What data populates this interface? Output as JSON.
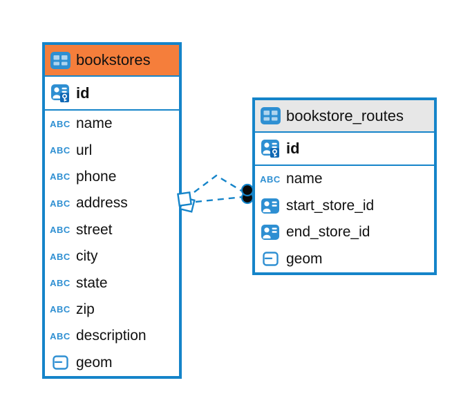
{
  "diagram": {
    "kind": "entity-relationship-diagram",
    "background": "#ffffff"
  },
  "colors": {
    "accent_blue": "#1584C9",
    "icon_blue": "#2E8FD2",
    "key_panel_blue": "#1068B4",
    "bookstores_header": "#F57E3B",
    "routes_header": "#E7E7E7",
    "text": "#111111",
    "relation_dot": "#0A0A0A"
  },
  "icons": {
    "text_glyph": "ABC"
  },
  "tables": [
    {
      "name": "bookstores",
      "header_color": "#F57E3B",
      "primary_key": {
        "name": "id",
        "type": "id-key"
      },
      "fields": [
        {
          "name": "name",
          "type": "text"
        },
        {
          "name": "url",
          "type": "text"
        },
        {
          "name": "phone",
          "type": "text"
        },
        {
          "name": "address",
          "type": "text"
        },
        {
          "name": "street",
          "type": "text"
        },
        {
          "name": "city",
          "type": "text"
        },
        {
          "name": "state",
          "type": "text"
        },
        {
          "name": "zip",
          "type": "text"
        },
        {
          "name": "description",
          "type": "text"
        },
        {
          "name": "geom",
          "type": "geometry"
        }
      ]
    },
    {
      "name": "bookstore_routes",
      "header_color": "#E7E7E7",
      "primary_key": {
        "name": "id",
        "type": "id-key"
      },
      "fields": [
        {
          "name": "name",
          "type": "text"
        },
        {
          "name": "start_store_id",
          "type": "reference"
        },
        {
          "name": "end_store_id",
          "type": "reference"
        },
        {
          "name": "geom",
          "type": "geometry"
        }
      ]
    }
  ],
  "relations": [
    {
      "from_table": "bookstores",
      "to_table": "bookstore_routes",
      "line_style": "dashed",
      "line_count": 2,
      "left_marker": "stacked-squares",
      "right_marker": "stacked-dots"
    }
  ]
}
